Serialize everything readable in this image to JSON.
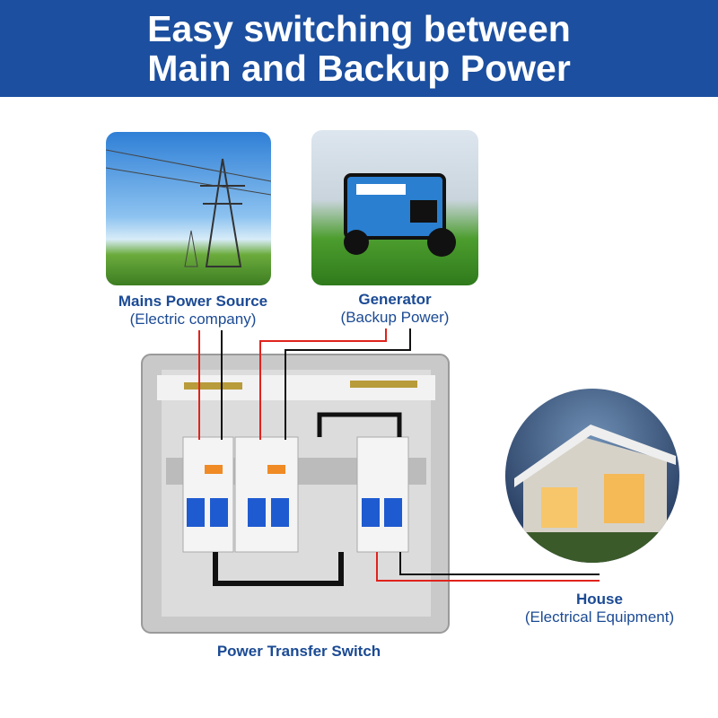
{
  "header": {
    "line1": "Easy switching between",
    "line2": "Main and Backup Power"
  },
  "sources": [
    {
      "title": "Mains Power Source",
      "subtitle": "(Electric company)",
      "image": "power-pylons-photo"
    },
    {
      "title": "Generator",
      "subtitle": "(Backup Power)",
      "image": "generator-photo"
    }
  ],
  "load": {
    "title": "House",
    "subtitle": "(Electrical Equipment)",
    "image": "house-photo"
  },
  "switch": {
    "title": "Power Transfer Switch"
  },
  "colors": {
    "header": "#1c4f9f",
    "label": "#1b4a94",
    "live_wire": "#e0231c",
    "neutral_wire": "#111111",
    "breaker_toggle": "#1f5bd0"
  }
}
